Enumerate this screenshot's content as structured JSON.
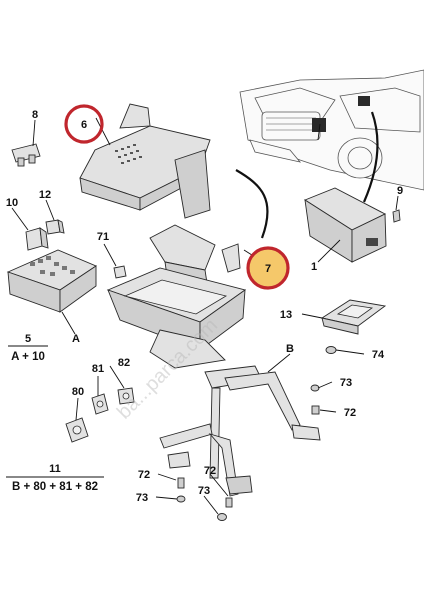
{
  "labels": {
    "p1": "1",
    "p6": "6",
    "p7": "7",
    "p8": "8",
    "p9": "9",
    "p10": "10",
    "p12": "12",
    "p13": "13",
    "p71": "71",
    "p74": "74",
    "p81": "81",
    "p82": "82",
    "p80": "80",
    "p73a": "73",
    "p72a": "72",
    "p72b": "72",
    "p72c": "72",
    "p73b": "73",
    "p73c": "73",
    "pA": "A",
    "pB": "B",
    "p5": "5",
    "p11": "11"
  },
  "formulas": {
    "f5": "A + 10",
    "f11": "B + 80 + 81 + 82"
  },
  "watermark": "ba...parca.com",
  "highlight_color": "#c0262d"
}
